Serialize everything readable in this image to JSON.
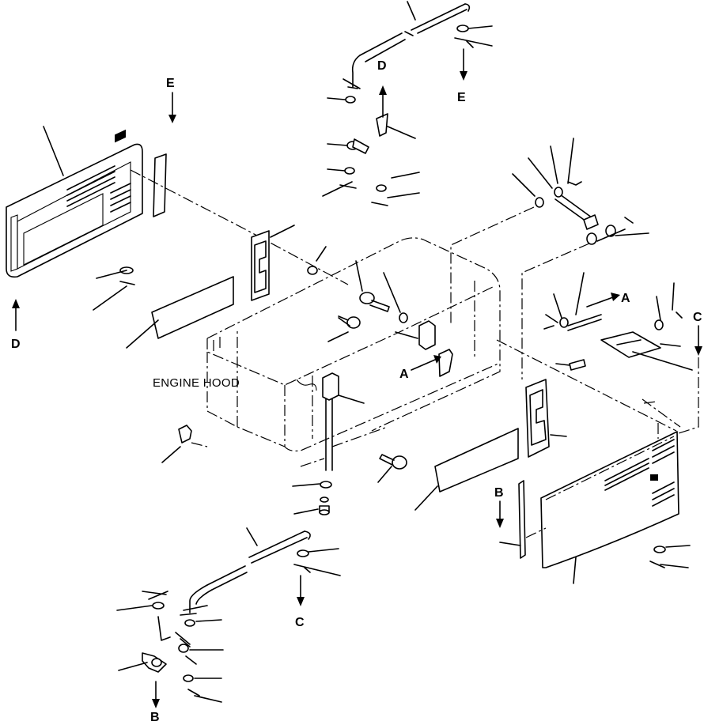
{
  "labels": {
    "engine_hood": "ENGINE HOOD",
    "A": "A",
    "B": "B",
    "C": "C",
    "D": "D",
    "E": "E"
  }
}
